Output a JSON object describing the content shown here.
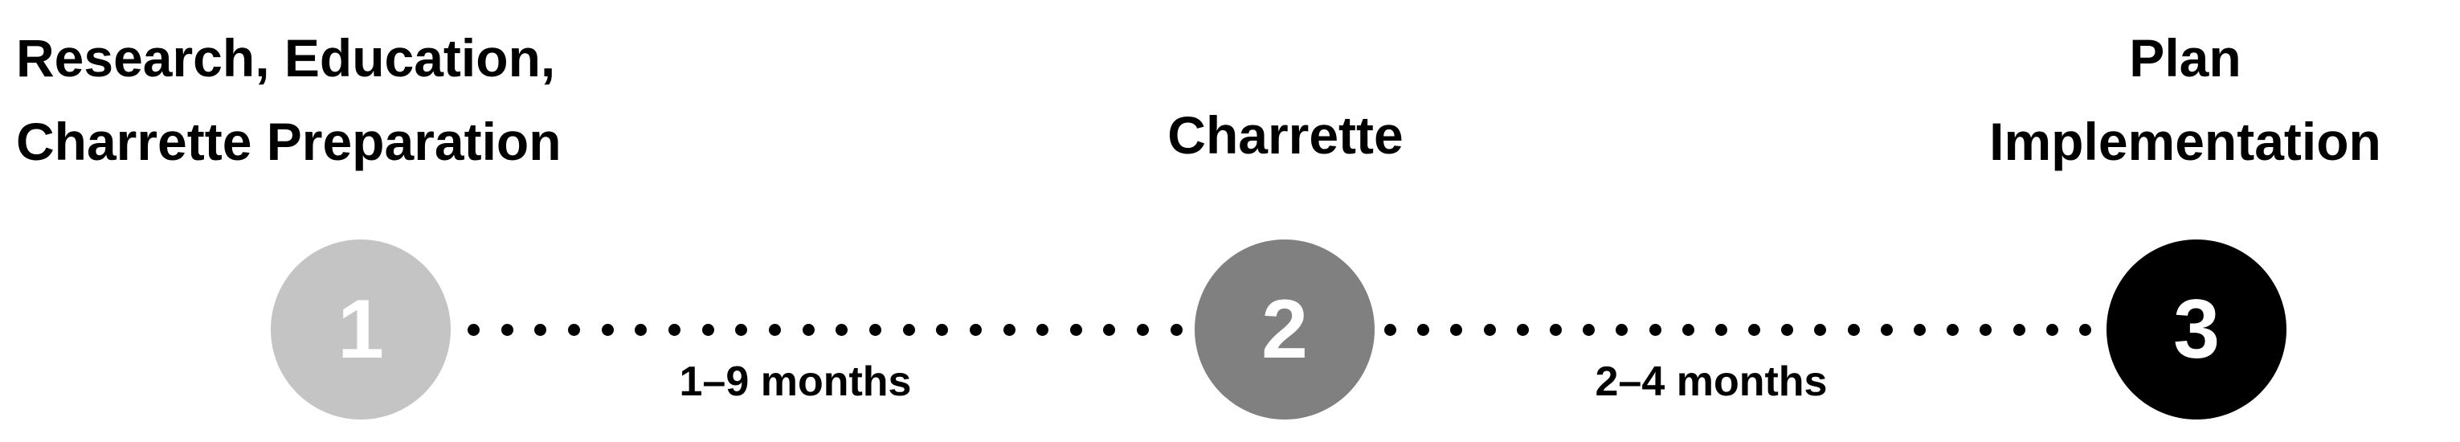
{
  "stages": [
    {
      "number": "1",
      "title_lines": [
        "Research, Education,",
        "Charrette Preparation"
      ],
      "color": "#c4c4c4"
    },
    {
      "number": "2",
      "title_lines": [
        "Charrette"
      ],
      "color": "#808080"
    },
    {
      "number": "3",
      "title_lines": [
        "Plan",
        "Implementation"
      ],
      "color": "#000000"
    }
  ],
  "durations": [
    "1–9 months",
    "2–4 months"
  ],
  "connector": {
    "style": "dotted",
    "color": "#000000"
  }
}
